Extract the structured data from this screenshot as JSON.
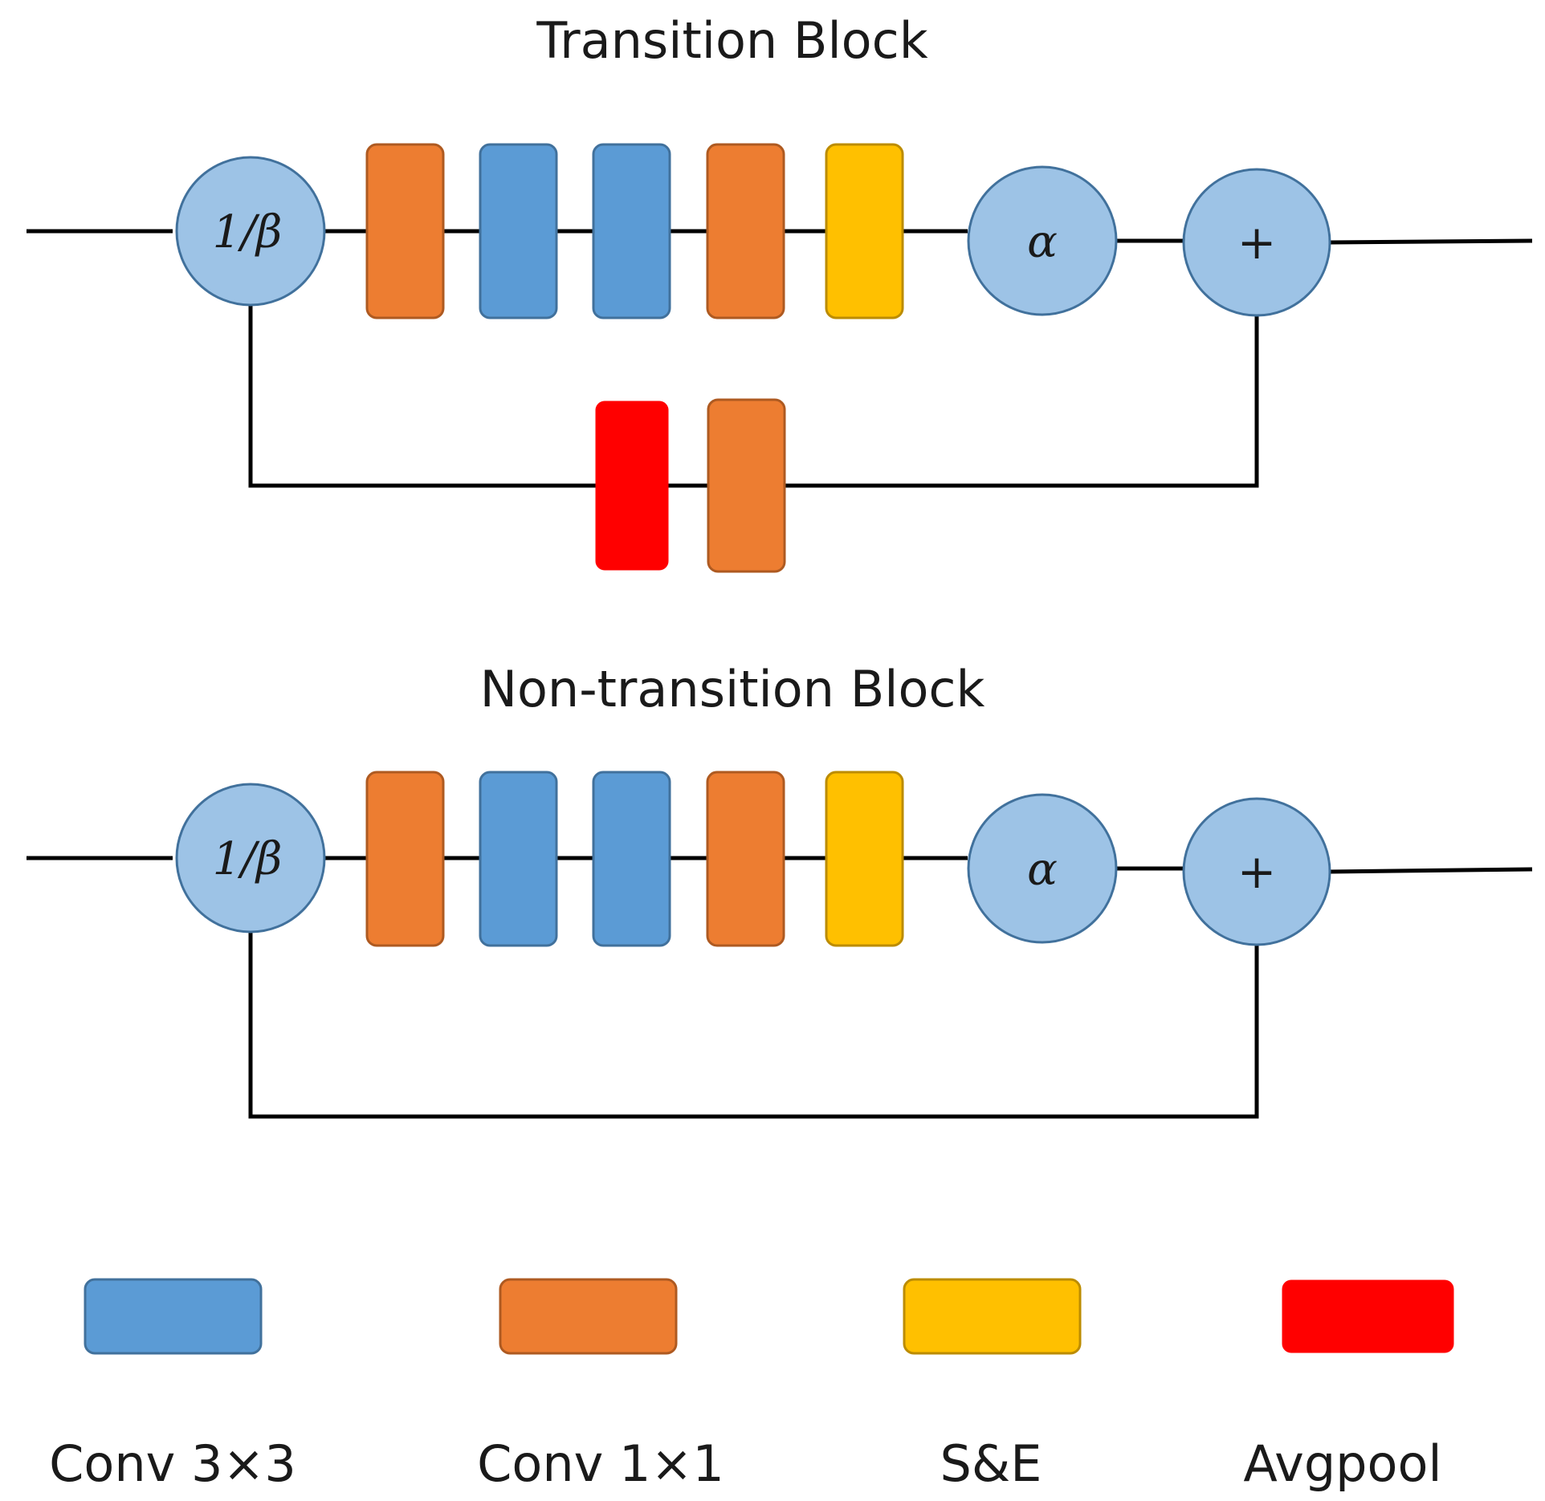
{
  "colors": {
    "conv3x3": "#5b9bd5",
    "conv3x3_stroke": "#41719c",
    "conv1x1": "#ed7d31",
    "conv1x1_stroke": "#ae5a21",
    "se": "#ffc000",
    "se_stroke": "#bc8c00",
    "avgpool": "#ff0000",
    "avgpool_stroke": "#ff0000",
    "circle_fill": "#9dc3e6",
    "circle_stroke": "#41719c"
  },
  "transition_block": {
    "title": "Transition Block",
    "scale_node": "1/β",
    "alpha_node": "α",
    "add_node": "+",
    "main_path": [
      "conv1x1",
      "conv3x3",
      "conv3x3",
      "conv1x1",
      "se"
    ],
    "shortcut_path": [
      "avgpool",
      "conv1x1"
    ]
  },
  "non_transition_block": {
    "title": "Non-transition Block",
    "scale_node": "1/β",
    "alpha_node": "α",
    "add_node": "+",
    "main_path": [
      "conv1x1",
      "conv3x3",
      "conv3x3",
      "conv1x1",
      "se"
    ],
    "shortcut_path": []
  },
  "legend": {
    "items": [
      {
        "key": "conv3x3",
        "label": "Conv 3×3"
      },
      {
        "key": "conv1x1",
        "label": "Conv 1×1"
      },
      {
        "key": "se",
        "label": "S&E"
      },
      {
        "key": "avgpool",
        "label": "Avgpool"
      }
    ]
  }
}
